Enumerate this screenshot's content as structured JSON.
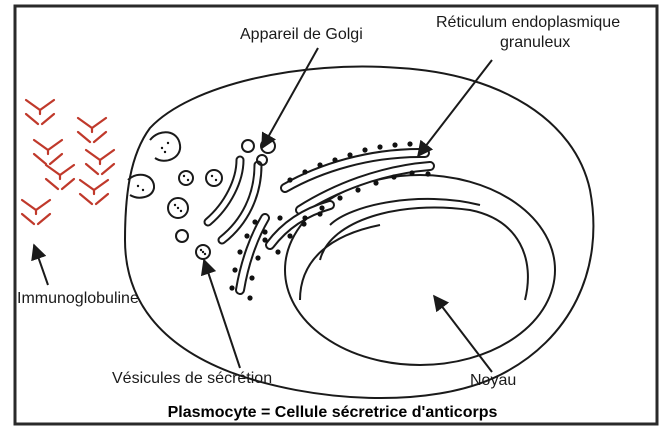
{
  "labels": {
    "golgi": "Appareil de Golgi",
    "reticulum_line1": "Réticulum endoplasmique",
    "reticulum_line2": "granuleux",
    "immunoglobuline": "Immunoglobuline",
    "vesicules": "Vésicules de sécrétion",
    "noyau": "Noyau"
  },
  "caption": "Plasmocyte = Cellule sécretrice d'anticorps",
  "colors": {
    "frame": "#2a2a2a",
    "outline": "#1a1a1a",
    "antibody": "#c0392b",
    "ribosome": "#111111"
  },
  "icons": [
    "antibody-icon",
    "ribosome-dot"
  ]
}
